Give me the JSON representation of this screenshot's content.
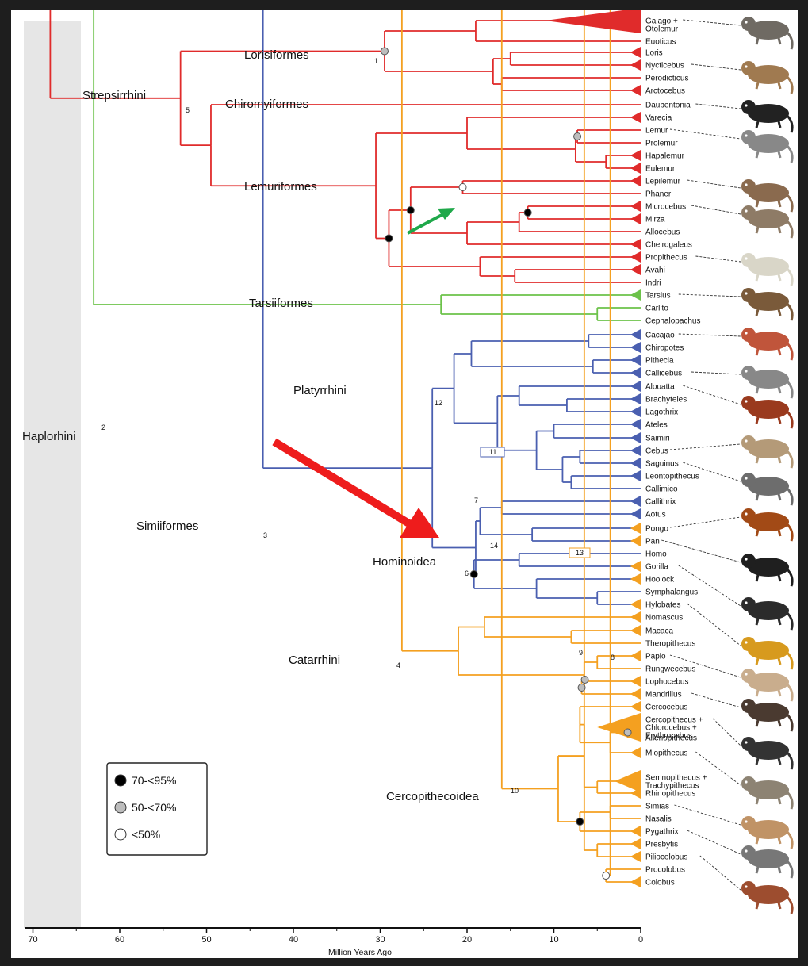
{
  "colors": {
    "strepsirrhini": "#e02b2b",
    "tarsiiformes": "#6cc24a",
    "platyrrhini": "#4a5fb0",
    "catarrhini": "#f4a020",
    "root": "#111111",
    "band": "#e6e6e6",
    "annotation_red": "#ee1c1c",
    "annotation_green": "#1fa84a"
  },
  "clades": [
    {
      "key": "Strepsirrhini",
      "label": "Strepsirrhini"
    },
    {
      "key": "Lorisiformes",
      "label": "Lorisiformes"
    },
    {
      "key": "Chiromyiformes",
      "label": "Chiromyiformes"
    },
    {
      "key": "Lemuriformes",
      "label": "Lemuriformes"
    },
    {
      "key": "Tarsiiformes",
      "label": "Tarsiiformes"
    },
    {
      "key": "Platyrrhini",
      "label": "Platyrrhini"
    },
    {
      "key": "Haplorhini",
      "label": "Haplorhini"
    },
    {
      "key": "Simiiformes",
      "label": "Simiiformes"
    },
    {
      "key": "Hominoidea",
      "label": "Hominoidea"
    },
    {
      "key": "Catarrhini",
      "label": "Catarrhini"
    },
    {
      "key": "Cercopithecoidea",
      "label": "Cercopithecoidea"
    }
  ],
  "node_numbers": [
    "1",
    "2",
    "3",
    "4",
    "5",
    "6",
    "7",
    "8",
    "9",
    "10",
    "11",
    "12",
    "13",
    "14"
  ],
  "taxa": [
    {
      "name": "Galago +\nOtolemur",
      "clade": "strepsirrhini",
      "collapsed": true
    },
    {
      "name": "Euoticus",
      "clade": "strepsirrhini"
    },
    {
      "name": "Loris",
      "clade": "strepsirrhini",
      "collapsed": true
    },
    {
      "name": "Nycticebus",
      "clade": "strepsirrhini",
      "collapsed": true
    },
    {
      "name": "Perodicticus",
      "clade": "strepsirrhini"
    },
    {
      "name": "Arctocebus",
      "clade": "strepsirrhini",
      "collapsed": true
    },
    {
      "name": "Daubentonia",
      "clade": "strepsirrhini"
    },
    {
      "name": "Varecia",
      "clade": "strepsirrhini",
      "collapsed": true
    },
    {
      "name": "Lemur",
      "clade": "strepsirrhini"
    },
    {
      "name": "Prolemur",
      "clade": "strepsirrhini"
    },
    {
      "name": "Hapalemur",
      "clade": "strepsirrhini",
      "collapsed": true
    },
    {
      "name": "Eulemur",
      "clade": "strepsirrhini",
      "collapsed": true
    },
    {
      "name": "Lepilemur",
      "clade": "strepsirrhini",
      "collapsed": true
    },
    {
      "name": "Phaner",
      "clade": "strepsirrhini"
    },
    {
      "name": "Microcebus",
      "clade": "strepsirrhini",
      "collapsed": true
    },
    {
      "name": "Mirza",
      "clade": "strepsirrhini",
      "collapsed": true
    },
    {
      "name": "Allocebus",
      "clade": "strepsirrhini"
    },
    {
      "name": "Cheirogaleus",
      "clade": "strepsirrhini",
      "collapsed": true
    },
    {
      "name": "Propithecus",
      "clade": "strepsirrhini",
      "collapsed": true
    },
    {
      "name": "Avahi",
      "clade": "strepsirrhini",
      "collapsed": true
    },
    {
      "name": "Indri",
      "clade": "strepsirrhini"
    },
    {
      "name": "Tarsius",
      "clade": "tarsiiformes",
      "collapsed": true
    },
    {
      "name": "Carlito",
      "clade": "tarsiiformes"
    },
    {
      "name": "Cephalopachus",
      "clade": "tarsiiformes"
    },
    {
      "name": "Cacajao",
      "clade": "platyrrhini",
      "collapsed": true
    },
    {
      "name": "Chiropotes",
      "clade": "platyrrhini",
      "collapsed": true
    },
    {
      "name": "Pithecia",
      "clade": "platyrrhini",
      "collapsed": true
    },
    {
      "name": "Callicebus",
      "clade": "platyrrhini",
      "collapsed": true
    },
    {
      "name": "Alouatta",
      "clade": "platyrrhini",
      "collapsed": true
    },
    {
      "name": "Brachyteles",
      "clade": "platyrrhini",
      "collapsed": true
    },
    {
      "name": "Lagothrix",
      "clade": "platyrrhini",
      "collapsed": true
    },
    {
      "name": "Ateles",
      "clade": "platyrrhini",
      "collapsed": true
    },
    {
      "name": "Saimiri",
      "clade": "platyrrhini",
      "collapsed": true
    },
    {
      "name": "Cebus",
      "clade": "platyrrhini",
      "collapsed": true
    },
    {
      "name": "Saguinus",
      "clade": "platyrrhini",
      "collapsed": true
    },
    {
      "name": "Leontopithecus",
      "clade": "platyrrhini",
      "collapsed": true
    },
    {
      "name": "Callimico",
      "clade": "platyrrhini"
    },
    {
      "name": "Callithrix",
      "clade": "platyrrhini",
      "collapsed": true
    },
    {
      "name": "Aotus",
      "clade": "platyrrhini",
      "collapsed": true
    },
    {
      "name": "Pongo",
      "clade": "catarrhini",
      "collapsed": true
    },
    {
      "name": "Pan",
      "clade": "catarrhini",
      "collapsed": true
    },
    {
      "name": "Homo",
      "clade": "catarrhini"
    },
    {
      "name": "Gorilla",
      "clade": "catarrhini",
      "collapsed": true
    },
    {
      "name": "Hoolock",
      "clade": "catarrhini",
      "collapsed": true
    },
    {
      "name": "Symphalangus",
      "clade": "catarrhini"
    },
    {
      "name": "Hylobates",
      "clade": "catarrhini",
      "collapsed": true
    },
    {
      "name": "Nomascus",
      "clade": "catarrhini",
      "collapsed": true
    },
    {
      "name": "Macaca",
      "clade": "catarrhini",
      "collapsed": true
    },
    {
      "name": "Theropithecus",
      "clade": "catarrhini"
    },
    {
      "name": "Papio",
      "clade": "catarrhini",
      "collapsed": true
    },
    {
      "name": "Rungwecebus",
      "clade": "catarrhini"
    },
    {
      "name": "Lophocebus",
      "clade": "catarrhini",
      "collapsed": true
    },
    {
      "name": "Mandrillus",
      "clade": "catarrhini",
      "collapsed": true
    },
    {
      "name": "Cercocebus",
      "clade": "catarrhini",
      "collapsed": true
    },
    {
      "name": "Cercopithecus +\nChlorocebus +\nErythrocebus",
      "clade": "catarrhini",
      "collapsed": true
    },
    {
      "name": "Allenopithecus",
      "clade": "catarrhini"
    },
    {
      "name": "Miopithecus",
      "clade": "catarrhini",
      "collapsed": true
    },
    {
      "name": "Semnopithecus +\nTrachypithecus",
      "clade": "catarrhini",
      "collapsed": true
    },
    {
      "name": "Rhinopithecus",
      "clade": "catarrhini",
      "collapsed": true
    },
    {
      "name": "Simias",
      "clade": "catarrhini"
    },
    {
      "name": "Nasalis",
      "clade": "catarrhini"
    },
    {
      "name": "Pygathrix",
      "clade": "catarrhini",
      "collapsed": true
    },
    {
      "name": "Presbytis",
      "clade": "catarrhini",
      "collapsed": true
    },
    {
      "name": "Piliocolobus",
      "clade": "catarrhini",
      "collapsed": true
    },
    {
      "name": "Procolobus",
      "clade": "catarrhini"
    },
    {
      "name": "Colobus",
      "clade": "catarrhini",
      "collapsed": true
    }
  ],
  "axis": {
    "title": "Million Years Ago",
    "ticks": [
      "70",
      "60",
      "50",
      "40",
      "30",
      "20",
      "10",
      "0"
    ],
    "min": 0,
    "max": 70,
    "reversed": true
  },
  "legend": {
    "items": [
      {
        "label": "70-<95%",
        "fill": "#000000"
      },
      {
        "label": "50-<70%",
        "fill": "#bdbdbd"
      },
      {
        "label": "<50%",
        "fill": "#ffffff"
      }
    ]
  },
  "illustrations": [
    "galago-illustration",
    "loris-illustration",
    "aye-aye-illustration",
    "ring-tailed-lemur-illustration",
    "sifaka-illustration",
    "mouse-lemur-illustration",
    "lepilemur-illustration",
    "indri-illustration",
    "tarsier-illustration",
    "uakari-illustration",
    "titi-monkey-illustration",
    "howler-monkey-illustration",
    "capuchin-illustration",
    "tamarin-illustration",
    "orangutan-illustration",
    "chimpanzee-illustration",
    "gorilla-illustration",
    "gibbon-illustration",
    "baboon-illustration",
    "mandrill-illustration",
    "guenon-illustration",
    "langur-illustration",
    "proboscis-monkey-illustration",
    "douc-illustration",
    "colobus-illustration"
  ]
}
